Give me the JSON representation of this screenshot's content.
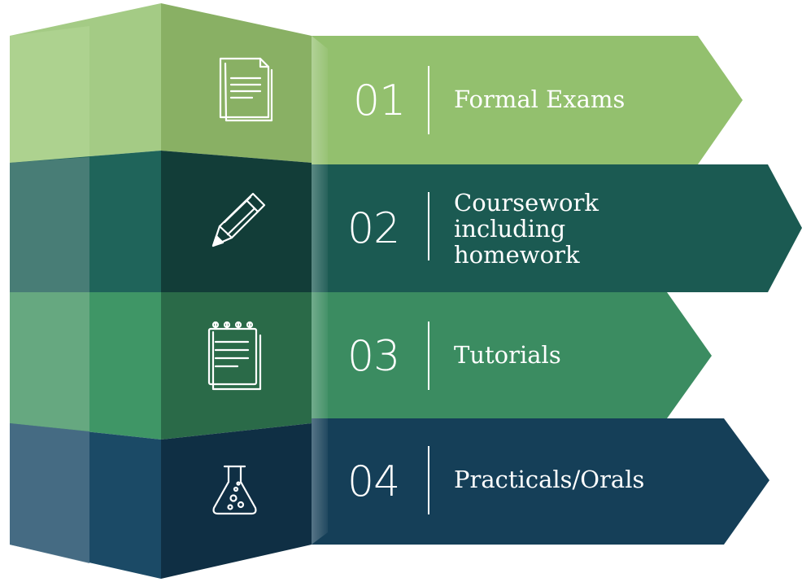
{
  "steps": [
    {
      "number": "01",
      "label": "Formal Exams",
      "icon": "document-icon",
      "color": "#93c06e"
    },
    {
      "number": "02",
      "label": "Coursework including homework",
      "label_lines": [
        "Coursework",
        "including",
        "homework"
      ],
      "icon": "pencil-icon",
      "color": "#1a5a52"
    },
    {
      "number": "03",
      "label": "Tutorials",
      "icon": "notepad-icon",
      "color": "#3a8c60"
    },
    {
      "number": "04",
      "label": "Practicals/Orals",
      "icon": "flask-icon",
      "color": "#153f58"
    }
  ]
}
